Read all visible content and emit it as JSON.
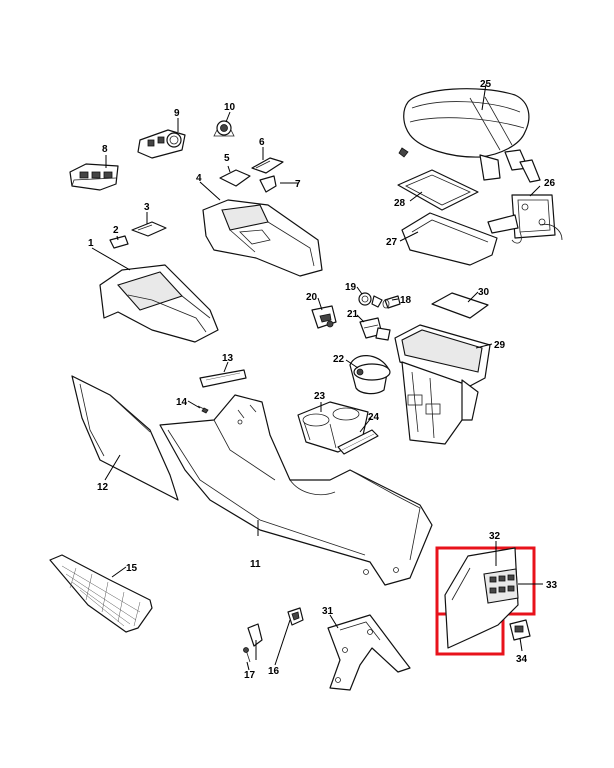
{
  "diagram": {
    "callouts": {
      "c1": "1",
      "c2": "2",
      "c3": "3",
      "c4": "4",
      "c5": "5",
      "c6": "6",
      "c7": "7",
      "c8": "8",
      "c9": "9",
      "c10": "10",
      "c11": "11",
      "c12": "12",
      "c13": "13",
      "c14": "14",
      "c15": "15",
      "c16": "16",
      "c17": "17",
      "c18": "18",
      "c19": "19",
      "c20": "20",
      "c21": "21",
      "c22": "22",
      "c23": "23",
      "c24": "24",
      "c25": "25",
      "c26": "26",
      "c27": "27",
      "c28": "28",
      "c29": "29",
      "c30": "30",
      "c31": "31",
      "c32": "32",
      "c33": "33",
      "c34": "34"
    },
    "highlight_color": "#e8121b"
  }
}
